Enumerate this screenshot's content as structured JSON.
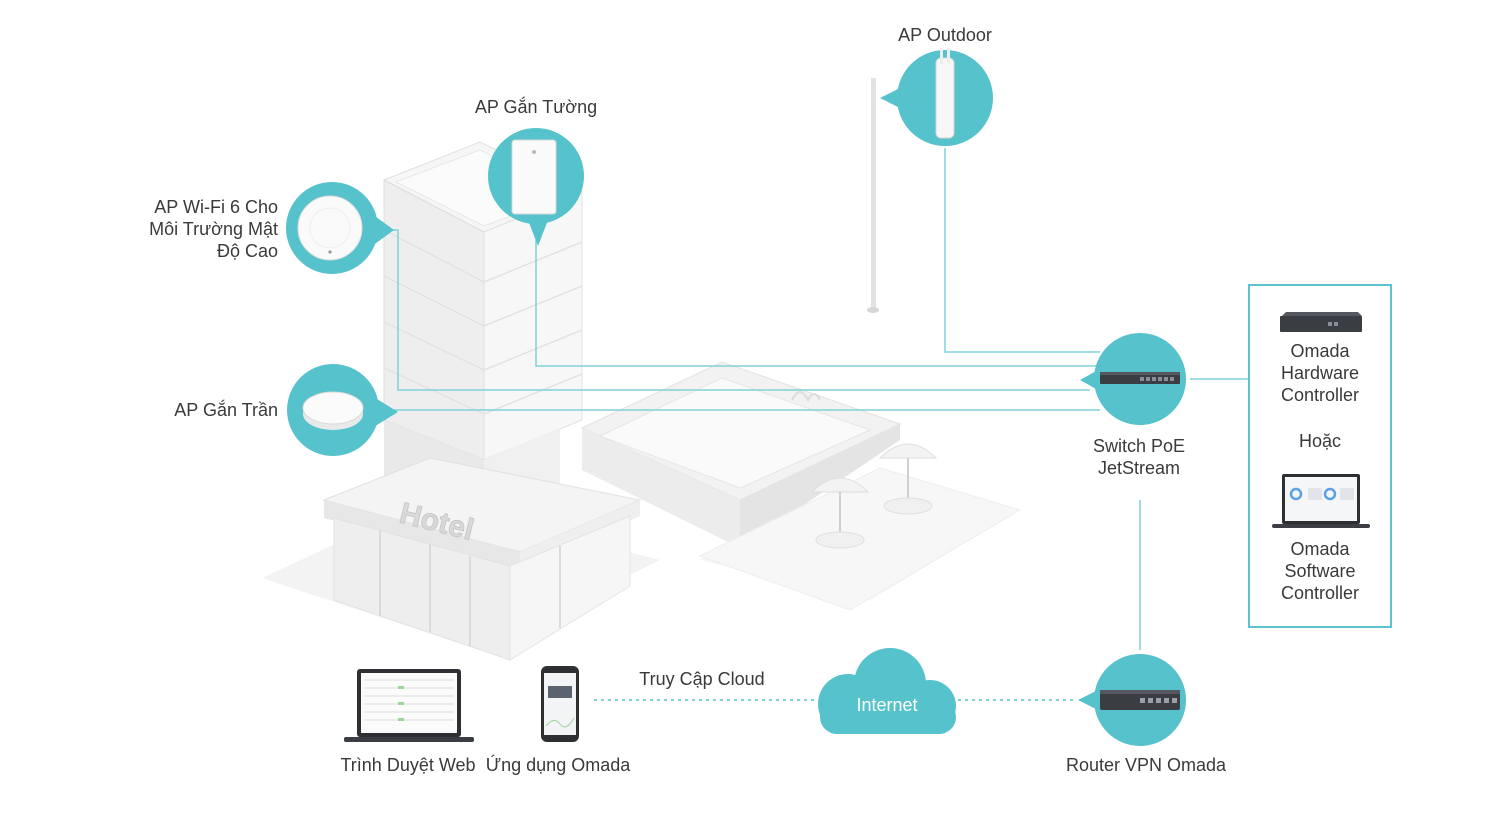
{
  "labels": {
    "ap_outdoor": "AP Outdoor",
    "ap_wall": "AP Gắn Tường",
    "ap_wifi6_line1": "AP Wi-Fi 6 Cho",
    "ap_wifi6_line2": "Môi Trường Mật",
    "ap_wifi6_line3": "Độ Cao",
    "ap_ceiling": "AP Gắn Trần",
    "switch_line1": "Switch PoE",
    "switch_line2": "JetStream",
    "hw_line1": "Omada",
    "hw_line2": "Hardware",
    "hw_line3": "Controller",
    "or": "Hoặc",
    "sw_line1": "Omada",
    "sw_line2": "Software",
    "sw_line3": "Controller",
    "cloud_access": "Truy Cập Cloud",
    "internet": "Internet",
    "router": "Router VPN Omada",
    "web_browser": "Trình Duyệt Web",
    "omada_app": "Ứng dụng Omada",
    "hotel_sign": "Hotel"
  },
  "colors": {
    "accent": "#56c2cb",
    "line": "#7fd2d8",
    "building": "#f2f2f2",
    "building_edge": "#dcdcdc",
    "device_dark": "#3a3d42"
  },
  "icons": {
    "ap_outdoor": "outdoor-ap-icon",
    "ap_wall": "wall-ap-icon",
    "ap_wifi6": "ceiling-ap-wifi6-icon",
    "ap_ceiling": "ceiling-ap-icon",
    "switch": "poe-switch-icon",
    "hardware_controller": "hardware-controller-icon",
    "software_controller": "laptop-dashboard-icon",
    "router": "vpn-router-icon",
    "cloud": "cloud-icon",
    "laptop": "laptop-icon",
    "phone": "smartphone-icon"
  }
}
